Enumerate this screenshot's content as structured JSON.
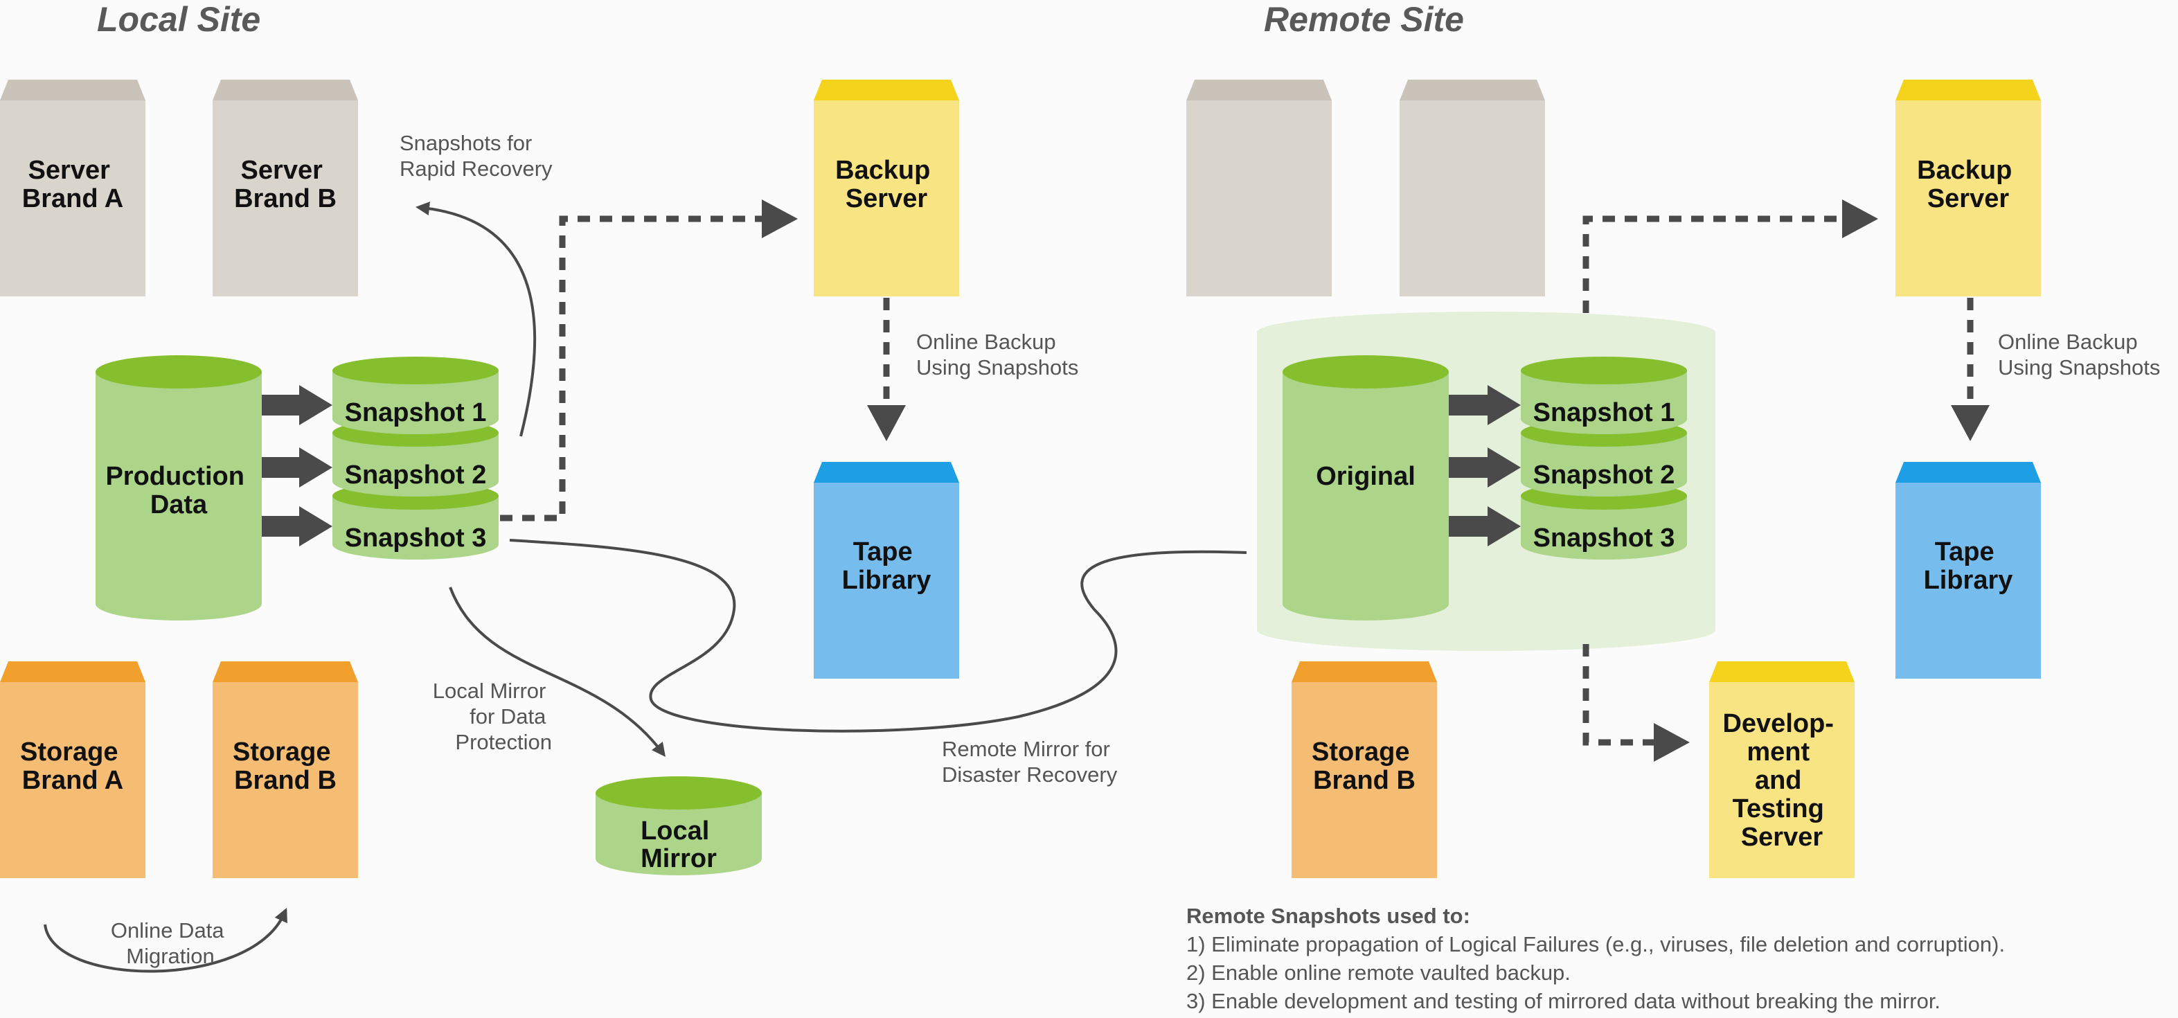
{
  "sites": {
    "local": "Local Site",
    "remote": "Remote Site"
  },
  "local": {
    "server_a": [
      "Server",
      "Brand A"
    ],
    "server_b": [
      "Server",
      "Brand B"
    ],
    "production": [
      "Production",
      "Data"
    ],
    "snapshots": [
      "Snapshot 1",
      "Snapshot 2",
      "Snapshot 3"
    ],
    "storage_a": [
      "Storage",
      "Brand A"
    ],
    "storage_b": [
      "Storage",
      "Brand B"
    ],
    "local_mirror": [
      "Local",
      "Mirror"
    ],
    "backup_server": [
      "Backup",
      "Server"
    ],
    "tape_library": [
      "Tape",
      "Library"
    ]
  },
  "remote": {
    "original": "Original",
    "snapshots": [
      "Snapshot 1",
      "Snapshot 2",
      "Snapshot 3"
    ],
    "backup_server": [
      "Backup",
      "Server"
    ],
    "tape_library": [
      "Tape",
      "Library"
    ],
    "storage_b": [
      "Storage",
      "Brand B"
    ],
    "dev_server": [
      "Develop-",
      "ment",
      "and",
      "Testing",
      "Server"
    ]
  },
  "annotations": {
    "rapid_recovery": [
      "Snapshots for",
      "Rapid Recovery"
    ],
    "online_backup_local": [
      "Online Backup",
      "Using Snapshots"
    ],
    "online_backup_remote": [
      "Online Backup",
      "Using Snapshots"
    ],
    "local_mirror_protection": [
      "Local Mirror",
      "for Data",
      "Protection"
    ],
    "remote_mirror": [
      "Remote Mirror for",
      "Disaster Recovery"
    ],
    "online_migration": [
      "Online Data",
      "Migration"
    ]
  },
  "footnote": {
    "heading": "Remote Snapshots used to:",
    "items": [
      "1) Eliminate propagation of Logical Failures (e.g., viruses, file deletion and corruption).",
      "2) Enable online remote vaulted backup.",
      "3) Enable development and testing of mirrored data without breaking the mirror."
    ]
  },
  "colors": {
    "gray_body": "#d9d4cc",
    "gray_cap": "#c9c3ba",
    "yellow_body": "#f9e484",
    "yellow_cap": "#f5d21c",
    "blue_body": "#76bdee",
    "blue_cap": "#1e9ee5",
    "orange_body": "#f5bd74",
    "orange_cap": "#f2a02d",
    "green_body": "#acd589",
    "green_top": "#85bf2d",
    "highlight": "#e5f0da"
  }
}
